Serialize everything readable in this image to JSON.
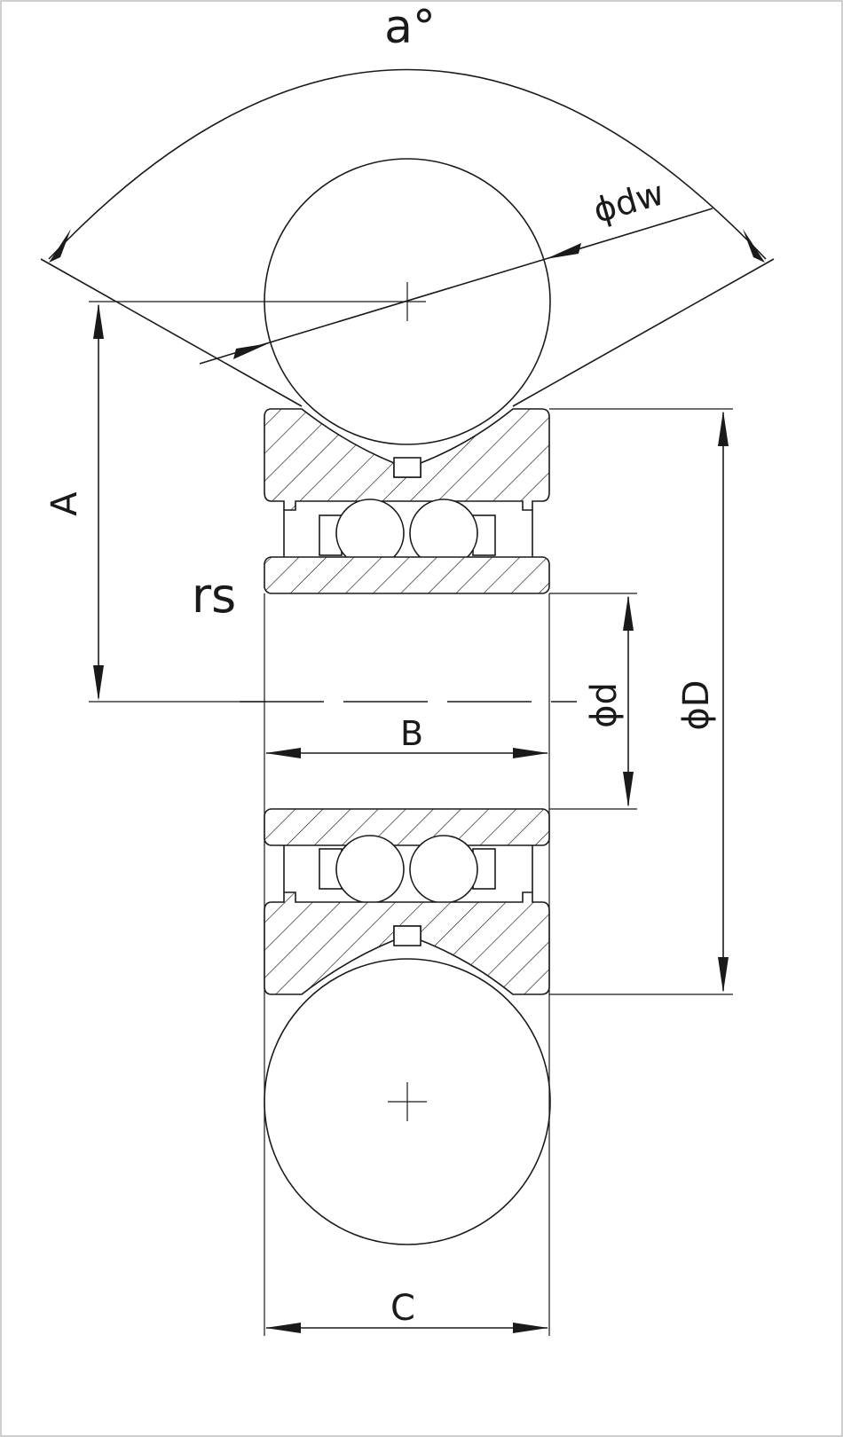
{
  "labels": {
    "angle": "a°",
    "roller_diameter": "ϕdw",
    "offset": "A",
    "radius": "rs",
    "width_b": "B",
    "width_c": "C",
    "bore_diameter": "ϕd",
    "outer_diameter": "ϕD"
  },
  "colors": {
    "line": "#1a1a1a",
    "background": "#ffffff",
    "frame": "#bdbdbd"
  }
}
